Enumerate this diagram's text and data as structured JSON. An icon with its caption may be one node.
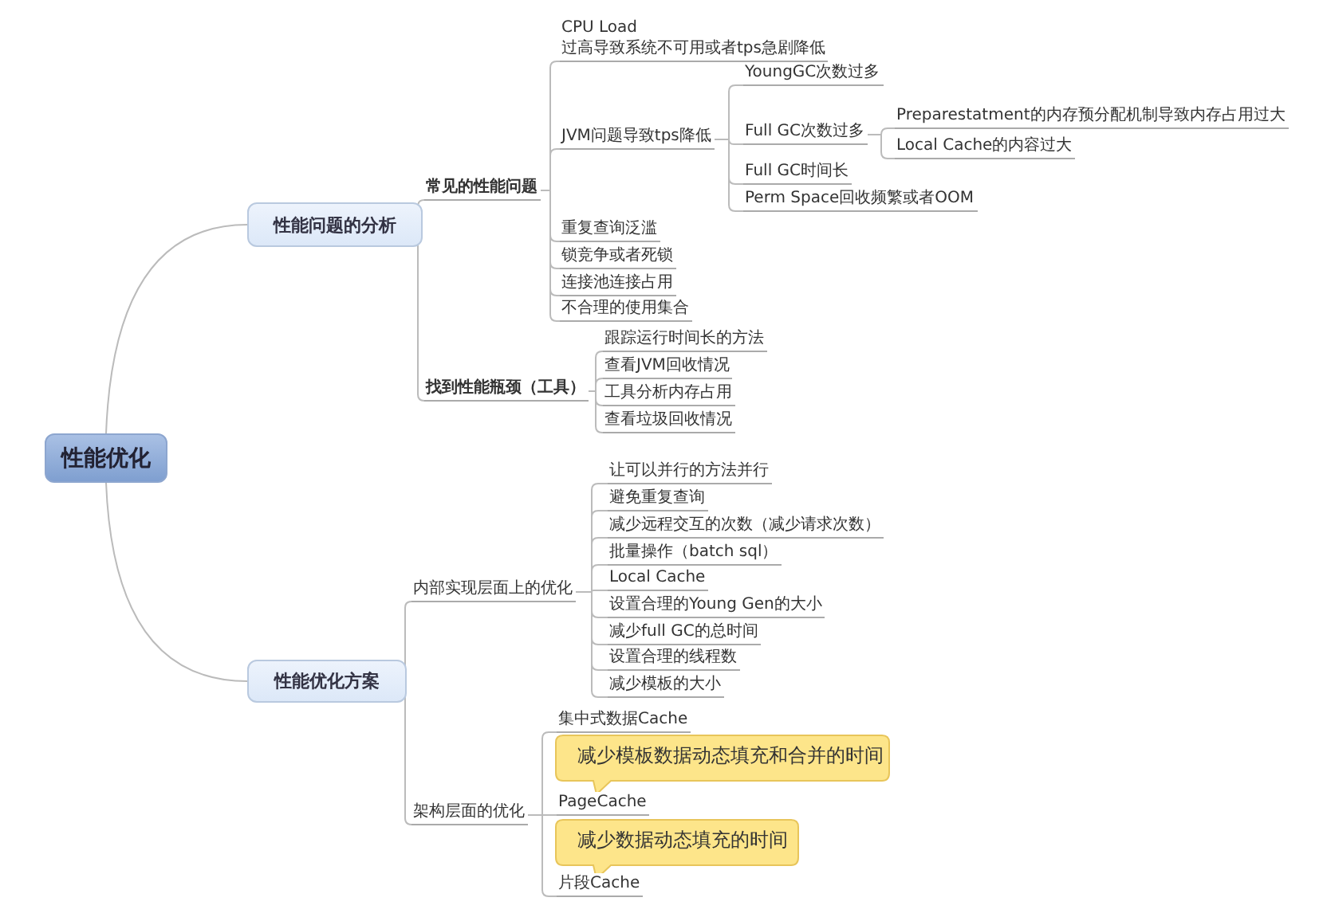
{
  "diagram": {
    "nodes": [
      {
        "text": [
          "性能优化"
        ]
      },
      {
        "text": [
          "性能问题的分析"
        ]
      },
      {
        "text": [
          "常见的性能问题"
        ]
      },
      {
        "text": [
          "CPU Load 过高导致系统不可用或者tps急剧降低"
        ]
      },
      {
        "text": [
          "JVM问题导致tps降低"
        ]
      },
      {
        "text": [
          "YoungGC次数过多"
        ]
      },
      {
        "text": [
          "Full GC次数过多"
        ]
      },
      {
        "text": [
          "Preparestatment的内存预分配机制导致内存占用过大"
        ]
      },
      {
        "text": [
          "Local Cache的内容过大"
        ]
      },
      {
        "text": [
          "Full GC时间长"
        ]
      },
      {
        "text": [
          "Perm Space回收频繁或者OOM"
        ]
      },
      {
        "text": [
          "重复查询泛滥"
        ]
      },
      {
        "text": [
          "锁竞争或者死锁"
        ]
      },
      {
        "text": [
          "连接池连接占用"
        ]
      },
      {
        "text": [
          "不合理的使用集合"
        ]
      },
      {
        "text": [
          "找到性能瓶颈（工具）"
        ]
      },
      {
        "text": [
          "跟踪运行时间长的方法"
        ]
      },
      {
        "text": [
          "查看JVM回收情况"
        ]
      },
      {
        "text": [
          "工具分析内存占用"
        ]
      },
      {
        "text": [
          "查看垃圾回收情况"
        ]
      },
      {
        "text": [
          "性能优化方案"
        ]
      },
      {
        "text": [
          "内部实现层面上的优化"
        ]
      },
      {
        "text": [
          "让可以并行的方法并行"
        ]
      },
      {
        "text": [
          "避免重复查询"
        ]
      },
      {
        "text": [
          "减少远程交互的次数（减少请求次数）"
        ]
      },
      {
        "text": [
          "批量操作（batch sql）"
        ]
      },
      {
        "text": [
          "Local Cache"
        ]
      },
      {
        "text": [
          "设置合理的Young Gen的大小"
        ]
      },
      {
        "text": [
          "减少full GC的总时间"
        ]
      },
      {
        "text": [
          "设置合理的线程数"
        ]
      },
      {
        "text": [
          "减少模板的大小"
        ]
      },
      {
        "text": [
          "架构层面的优化"
        ]
      },
      {
        "text": [
          "集中式数据Cache"
        ]
      },
      {
        "text": [
          "减少模板数据动态填充和合并的时间"
        ]
      },
      {
        "text": [
          "PageCache"
        ]
      },
      {
        "text": [
          "减少数据动态填充的时间"
        ]
      },
      {
        "text": [
          "片段Cache"
        ]
      }
    ],
    "edges": [
      {
        "from": 0,
        "to": 1,
        "arrow": "none"
      },
      {
        "from": 0,
        "to": 20,
        "arrow": "none"
      },
      {
        "from": 1,
        "to": 2,
        "arrow": "none"
      },
      {
        "from": 1,
        "to": 15,
        "arrow": "none"
      },
      {
        "from": 2,
        "to": 3,
        "arrow": "none"
      },
      {
        "from": 2,
        "to": 4,
        "arrow": "none"
      },
      {
        "from": 2,
        "to": 11,
        "arrow": "none"
      },
      {
        "from": 2,
        "to": 12,
        "arrow": "none"
      },
      {
        "from": 2,
        "to": 13,
        "arrow": "none"
      },
      {
        "from": 2,
        "to": 14,
        "arrow": "none"
      },
      {
        "from": 4,
        "to": 5,
        "arrow": "none"
      },
      {
        "from": 4,
        "to": 6,
        "arrow": "none"
      },
      {
        "from": 4,
        "to": 9,
        "arrow": "none"
      },
      {
        "from": 4,
        "to": 10,
        "arrow": "none"
      },
      {
        "from": 6,
        "to": 7,
        "arrow": "none"
      },
      {
        "from": 6,
        "to": 8,
        "arrow": "none"
      },
      {
        "from": 15,
        "to": 16,
        "arrow": "none"
      },
      {
        "from": 15,
        "to": 17,
        "arrow": "none"
      },
      {
        "from": 15,
        "to": 18,
        "arrow": "none"
      },
      {
        "from": 15,
        "to": 19,
        "arrow": "none"
      },
      {
        "from": 20,
        "to": 21,
        "arrow": "none"
      },
      {
        "from": 20,
        "to": 31,
        "arrow": "none"
      },
      {
        "from": 21,
        "to": 22,
        "arrow": "none"
      },
      {
        "from": 21,
        "to": 23,
        "arrow": "none"
      },
      {
        "from": 21,
        "to": 24,
        "arrow": "none"
      },
      {
        "from": 21,
        "to": 25,
        "arrow": "none"
      },
      {
        "from": 21,
        "to": 26,
        "arrow": "none"
      },
      {
        "from": 21,
        "to": 27,
        "arrow": "none"
      },
      {
        "from": 21,
        "to": 28,
        "arrow": "none"
      },
      {
        "from": 21,
        "to": 29,
        "arrow": "none"
      },
      {
        "from": 21,
        "to": 30,
        "arrow": "none"
      },
      {
        "from": 31,
        "to": 32,
        "arrow": "none"
      },
      {
        "from": 31,
        "to": 34,
        "arrow": "none"
      },
      {
        "from": 31,
        "to": 36,
        "arrow": "none"
      }
    ]
  }
}
